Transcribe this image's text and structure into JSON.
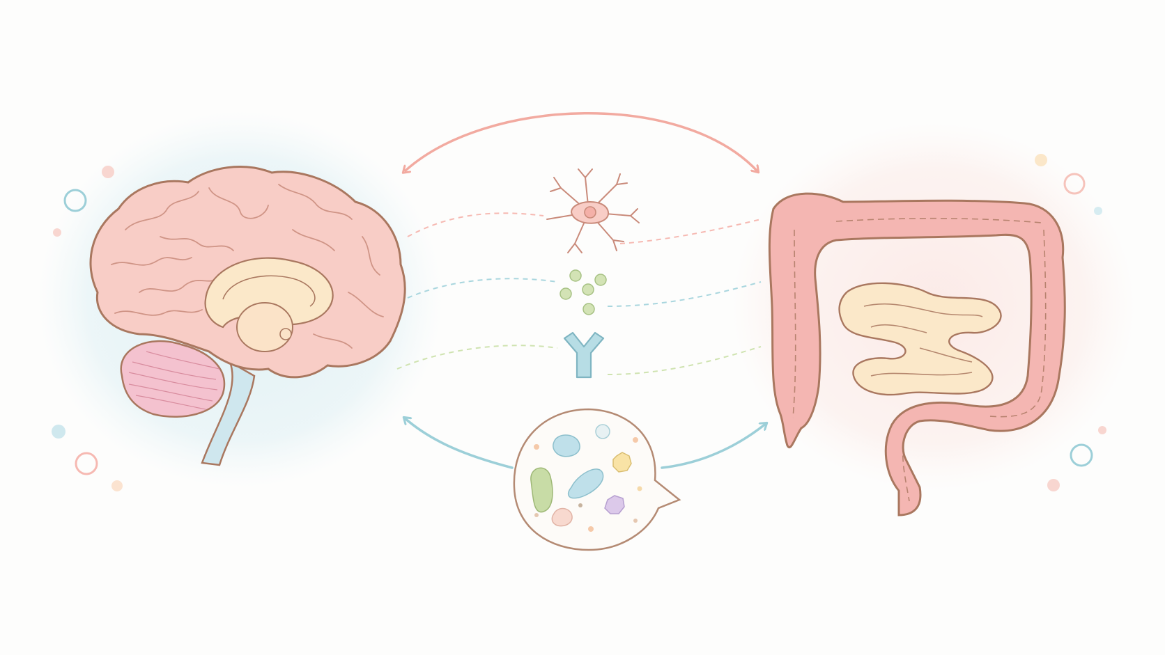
{
  "diagram": {
    "nodes": [
      {
        "id": "brain",
        "icon": "brain-icon"
      },
      {
        "id": "intestines",
        "icon": "intestines-icon"
      }
    ],
    "mediators": [
      {
        "id": "neural",
        "icon": "neuron-icon",
        "color": "#f2a9a0"
      },
      {
        "id": "metabolites",
        "icon": "molecules-icon",
        "color": "#9ecfd9"
      },
      {
        "id": "immune",
        "icon": "antibody-icon",
        "color": "#c8dca6"
      },
      {
        "id": "microbiota",
        "icon": "microbiome-icon",
        "color": "#9ecfd9"
      }
    ],
    "connections": [
      {
        "id": "top-arrow",
        "type": "bidirectional",
        "color": "#f2aaa0"
      },
      {
        "id": "bottom-arrow",
        "type": "bidirectional",
        "color": "#9ccfd8"
      }
    ]
  },
  "colors": {
    "background": "#fdfdfc",
    "brain_fill": "#f8cdc6",
    "brain_halo": "#dff0f4",
    "gut_fill": "#f4b6b2",
    "gut_halo": "#fbe9e6",
    "outline": "#a9775f",
    "accent_pink": "#f2aaa0",
    "accent_blue": "#9ccfd8",
    "accent_green": "#c8dca6",
    "accent_yellow": "#f7dfa8"
  }
}
